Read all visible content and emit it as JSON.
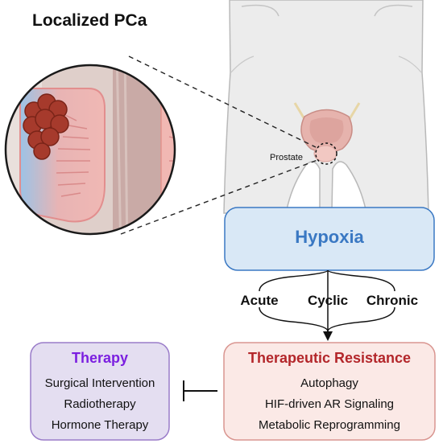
{
  "title": "Localized PCa",
  "anatomy": {
    "prostate_label": "Prostate"
  },
  "hypoxia": {
    "label": "Hypoxia"
  },
  "hypoxia_types": [
    "Acute",
    "Cyclic",
    "Chronic"
  ],
  "therapy": {
    "title": "Therapy",
    "items": [
      "Surgical Intervention",
      "Radiotherapy",
      "Hormone Therapy"
    ]
  },
  "resistance": {
    "title": "Therapeutic Resistance",
    "items": [
      "Autophagy",
      "HIF-driven AR Signaling",
      "Metabolic Reprogramming"
    ]
  },
  "colors": {
    "hypoxia_text": "#3a78c3",
    "hypoxia_fill": "#d9e8f6",
    "therapy_text": "#7b1fe0",
    "therapy_fill": "#e4def1",
    "therapy_border": "#9a7cc9",
    "resistance_text": "#b3262a",
    "resistance_fill": "#fbe9e6",
    "resistance_border": "#d99590"
  }
}
